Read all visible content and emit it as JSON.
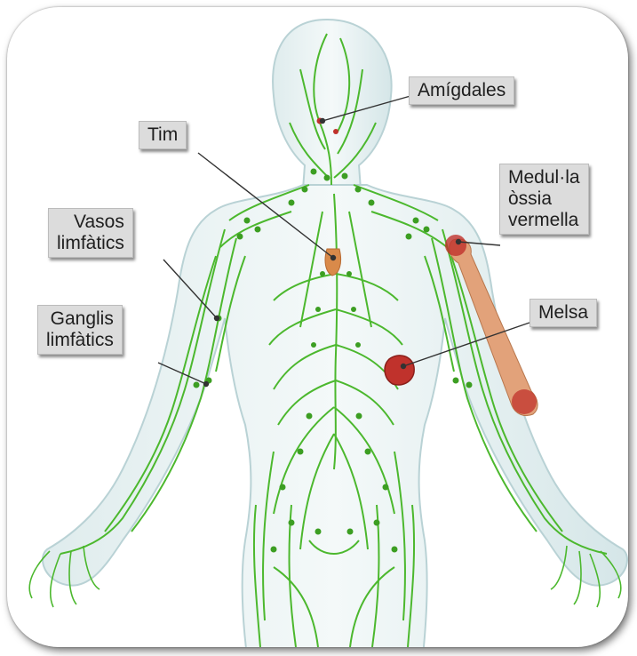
{
  "labels": {
    "amigdales": "Amígdales",
    "tim": "Tim",
    "vasos": [
      "Vasos",
      "limfàtics"
    ],
    "ganglis": [
      "Ganglis",
      "limfàtics"
    ],
    "medulla": [
      "Medul·la",
      "òssia",
      "vermella"
    ],
    "melsa": "Melsa"
  },
  "colors": {
    "lymph": "#4cb82e",
    "body": "#cfe2e4",
    "organ": "#c0322c",
    "bone": "#d9874a",
    "label_bg": "#dcdcdc",
    "leader": "#333333"
  }
}
